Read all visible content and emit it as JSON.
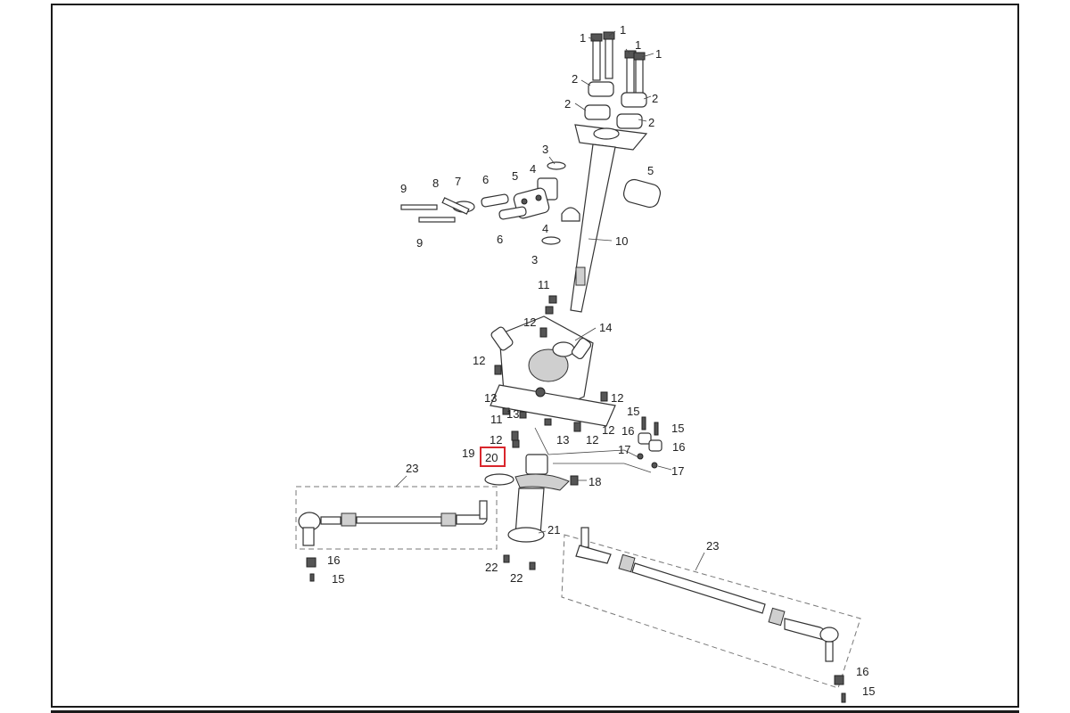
{
  "labels": {
    "p1a": "1",
    "p1b": "1",
    "p1c": "1",
    "p1d": "1",
    "p2a": "2",
    "p2b": "2",
    "p2c": "2",
    "p2d": "2",
    "p3a": "3",
    "p3b": "3",
    "p4a": "4",
    "p4b": "4",
    "p5a": "5",
    "p5b": "5",
    "p6a": "6",
    "p6b": "6",
    "p7": "7",
    "p8": "8",
    "p9a": "9",
    "p9b": "9",
    "p10": "10",
    "p11a": "11",
    "p11b": "11",
    "p12a": "12",
    "p12b": "12",
    "p12c": "12",
    "p12d": "12",
    "p12e": "12",
    "p12f": "12",
    "p13a": "13",
    "p13b": "13",
    "p13c": "13",
    "p14": "14",
    "p15a": "15",
    "p15b": "15",
    "p15c": "15",
    "p15d": "15",
    "p16a": "16",
    "p16b": "16",
    "p16c": "16",
    "p16d": "16",
    "p17a": "17",
    "p17b": "17",
    "p18": "18",
    "p19": "19",
    "p20": "20",
    "p21": "21",
    "p22a": "22",
    "p22b": "22",
    "p23a": "23",
    "p23b": "23"
  },
  "highlight": {
    "color": "#d9262c",
    "part": "20"
  }
}
